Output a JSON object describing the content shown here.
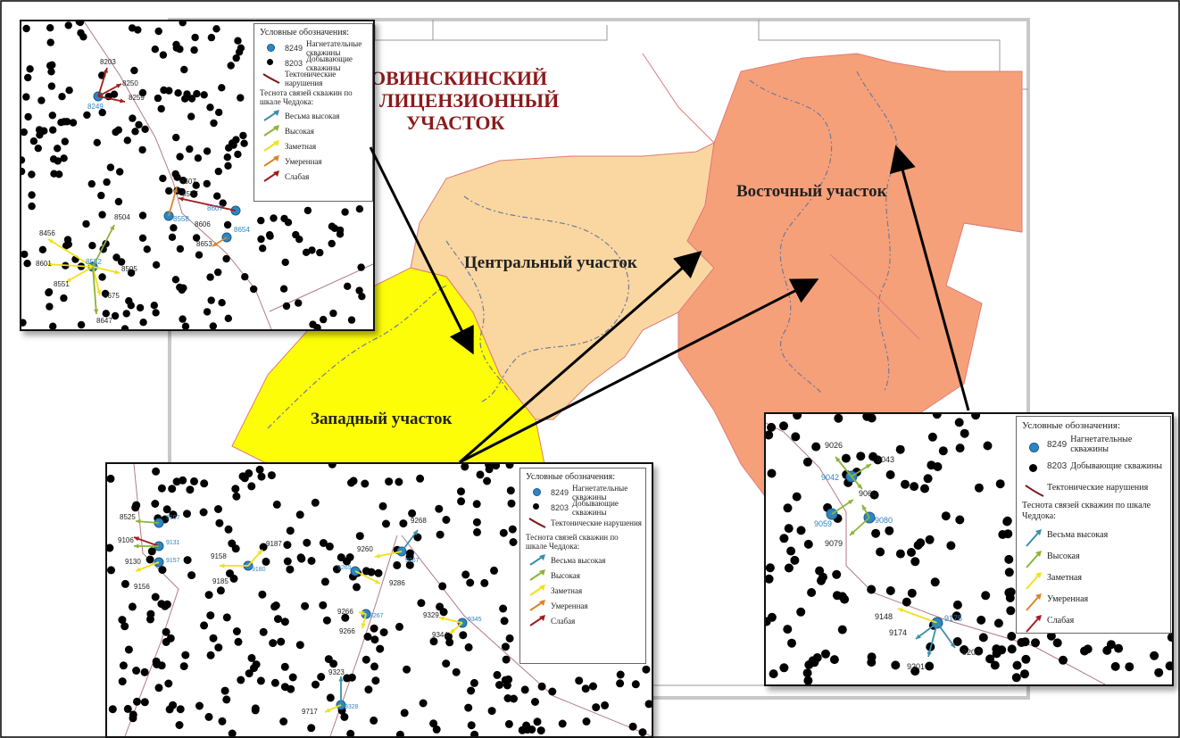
{
  "map": {
    "license_area_title_line1": "ОВИНСКИНСКИЙ",
    "license_area_title_line2": "ЛИЦЕНЗИОННЫЙ",
    "license_area_title_line3": "УЧАСТОК",
    "zones": [
      {
        "label": "Западный участок",
        "color": "#fdfd07"
      },
      {
        "label": "Центральный участок",
        "color": "#fad7a1"
      },
      {
        "label": "Восточный участок",
        "color": "#f6a079"
      }
    ],
    "title_color": "#8b1a1a",
    "boundary_color": "#e07a7a"
  },
  "legend_small": {
    "title": "Условные обозначения:",
    "injection_code": "8249",
    "injection_label": "Нагнетательные скважины",
    "production_code": "8203",
    "production_label": "Добывающие скважины",
    "fault_label": "Тектонические нарушения",
    "scale_title": "Теснота связей скважин по шкале Чеддока:",
    "scale": [
      {
        "label": "Весьма высокая",
        "color": "#3a8fa8"
      },
      {
        "label": "Высокая",
        "color": "#8db33a"
      },
      {
        "label": "Заметная",
        "color": "#f2e01c"
      },
      {
        "label": "Умеренная",
        "color": "#d9862a"
      },
      {
        "label": "Слабая",
        "color": "#a01e1e"
      }
    ]
  },
  "legend_large": {
    "title": "Условные обозначения:",
    "injection_code": "8249",
    "injection_label": "Нагнетательные скважины",
    "production_code": "8203",
    "production_label": "Добывающие скважины",
    "fault_label": "Тектонические нарушения",
    "scale_title": "Теснота связей скважин по шкале Чеддока:",
    "scale": [
      {
        "label": "Весьма высокая",
        "color": "#3a8fa8"
      },
      {
        "label": "Высокая",
        "color": "#8db33a"
      },
      {
        "label": "Заметная",
        "color": "#f2e01c"
      },
      {
        "label": "Умеренная",
        "color": "#d9862a"
      },
      {
        "label": "Слабая",
        "color": "#a01e1e"
      }
    ]
  },
  "panel_tl_wells": [
    "8203",
    "8250",
    "8249",
    "8259",
    "8607",
    "8557",
    "8558",
    "8606",
    "8607",
    "8653",
    "8654",
    "8504",
    "8456",
    "8552",
    "8505",
    "8601",
    "8551",
    "8675",
    "8647"
  ],
  "panel_bl_wells": [
    "8525",
    "9107",
    "9106",
    "9131",
    "9130",
    "9157",
    "9156",
    "9158",
    "9187",
    "9180",
    "9185",
    "9268",
    "9260",
    "9267",
    "9265",
    "9286",
    "9266",
    "9267",
    "9266",
    "9329",
    "9345",
    "9344",
    "9323",
    "9328",
    "9717"
  ],
  "panel_br_wells": [
    "9026",
    "9043",
    "9042",
    "9060",
    "9059",
    "9080",
    "9079",
    "9148",
    "9175",
    "9174",
    "9201",
    "9202"
  ]
}
